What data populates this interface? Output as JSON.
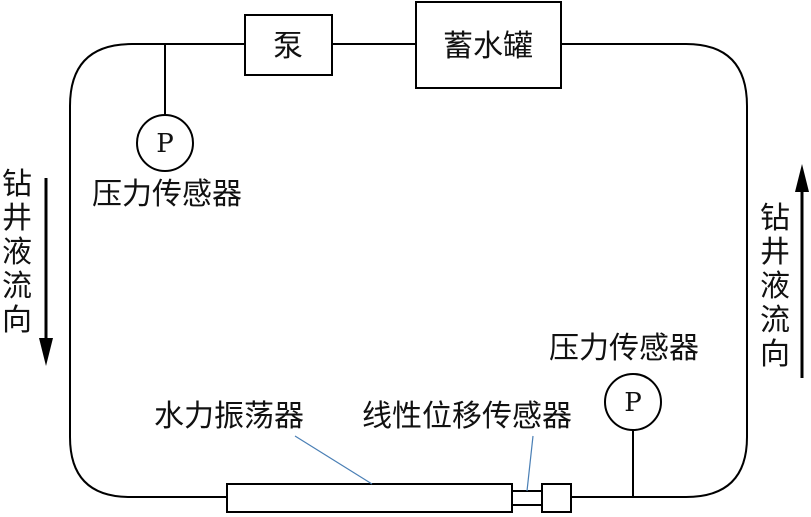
{
  "components": {
    "pump": "泵",
    "tank": "蓄水罐",
    "pressure_symbol": "P",
    "pressure_sensor_left": "压力传感器",
    "pressure_sensor_right": "压力传感器",
    "oscillator": "水力振荡器",
    "displacement_sensor": "线性位移传感器"
  },
  "flow": {
    "left": "钻井液流向",
    "right": "钻井液流向"
  }
}
